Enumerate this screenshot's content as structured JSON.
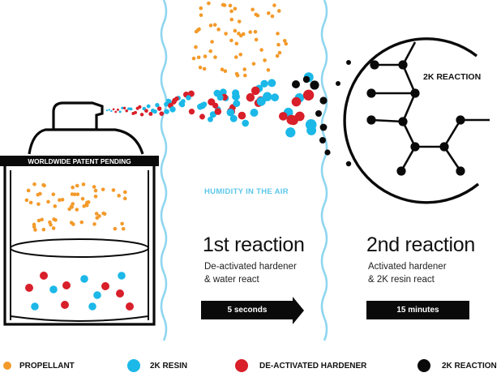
{
  "can": {
    "label": "WORLDWIDE PATENT PENDING"
  },
  "humidity_label": "HUMIDITY IN THE AIR",
  "reaction_1": {
    "title": "1st reaction",
    "line1": "De-activated hardener",
    "line2": "& water react",
    "time": "5 seconds"
  },
  "reaction_2": {
    "title": "2nd reaction",
    "line1": "Activated hardener",
    "line2": "& 2K resin react",
    "time": "15 minutes",
    "label": "2K REACTION"
  },
  "legend": [
    {
      "label": "PROPELLANT",
      "color": "#f39a2b"
    },
    {
      "label": "2K RESIN",
      "color": "#1bb8e8"
    },
    {
      "label": "DE-ACTIVATED HARDENER",
      "color": "#d81f2a"
    },
    {
      "label": "2K REACTION",
      "color": "#0a0a0a"
    }
  ],
  "colors": {
    "propellant": "#f39a2b",
    "resin": "#1bb8e8",
    "hardener": "#d81f2a",
    "reaction": "#0a0a0a",
    "humidity": "#8fd6ef"
  }
}
